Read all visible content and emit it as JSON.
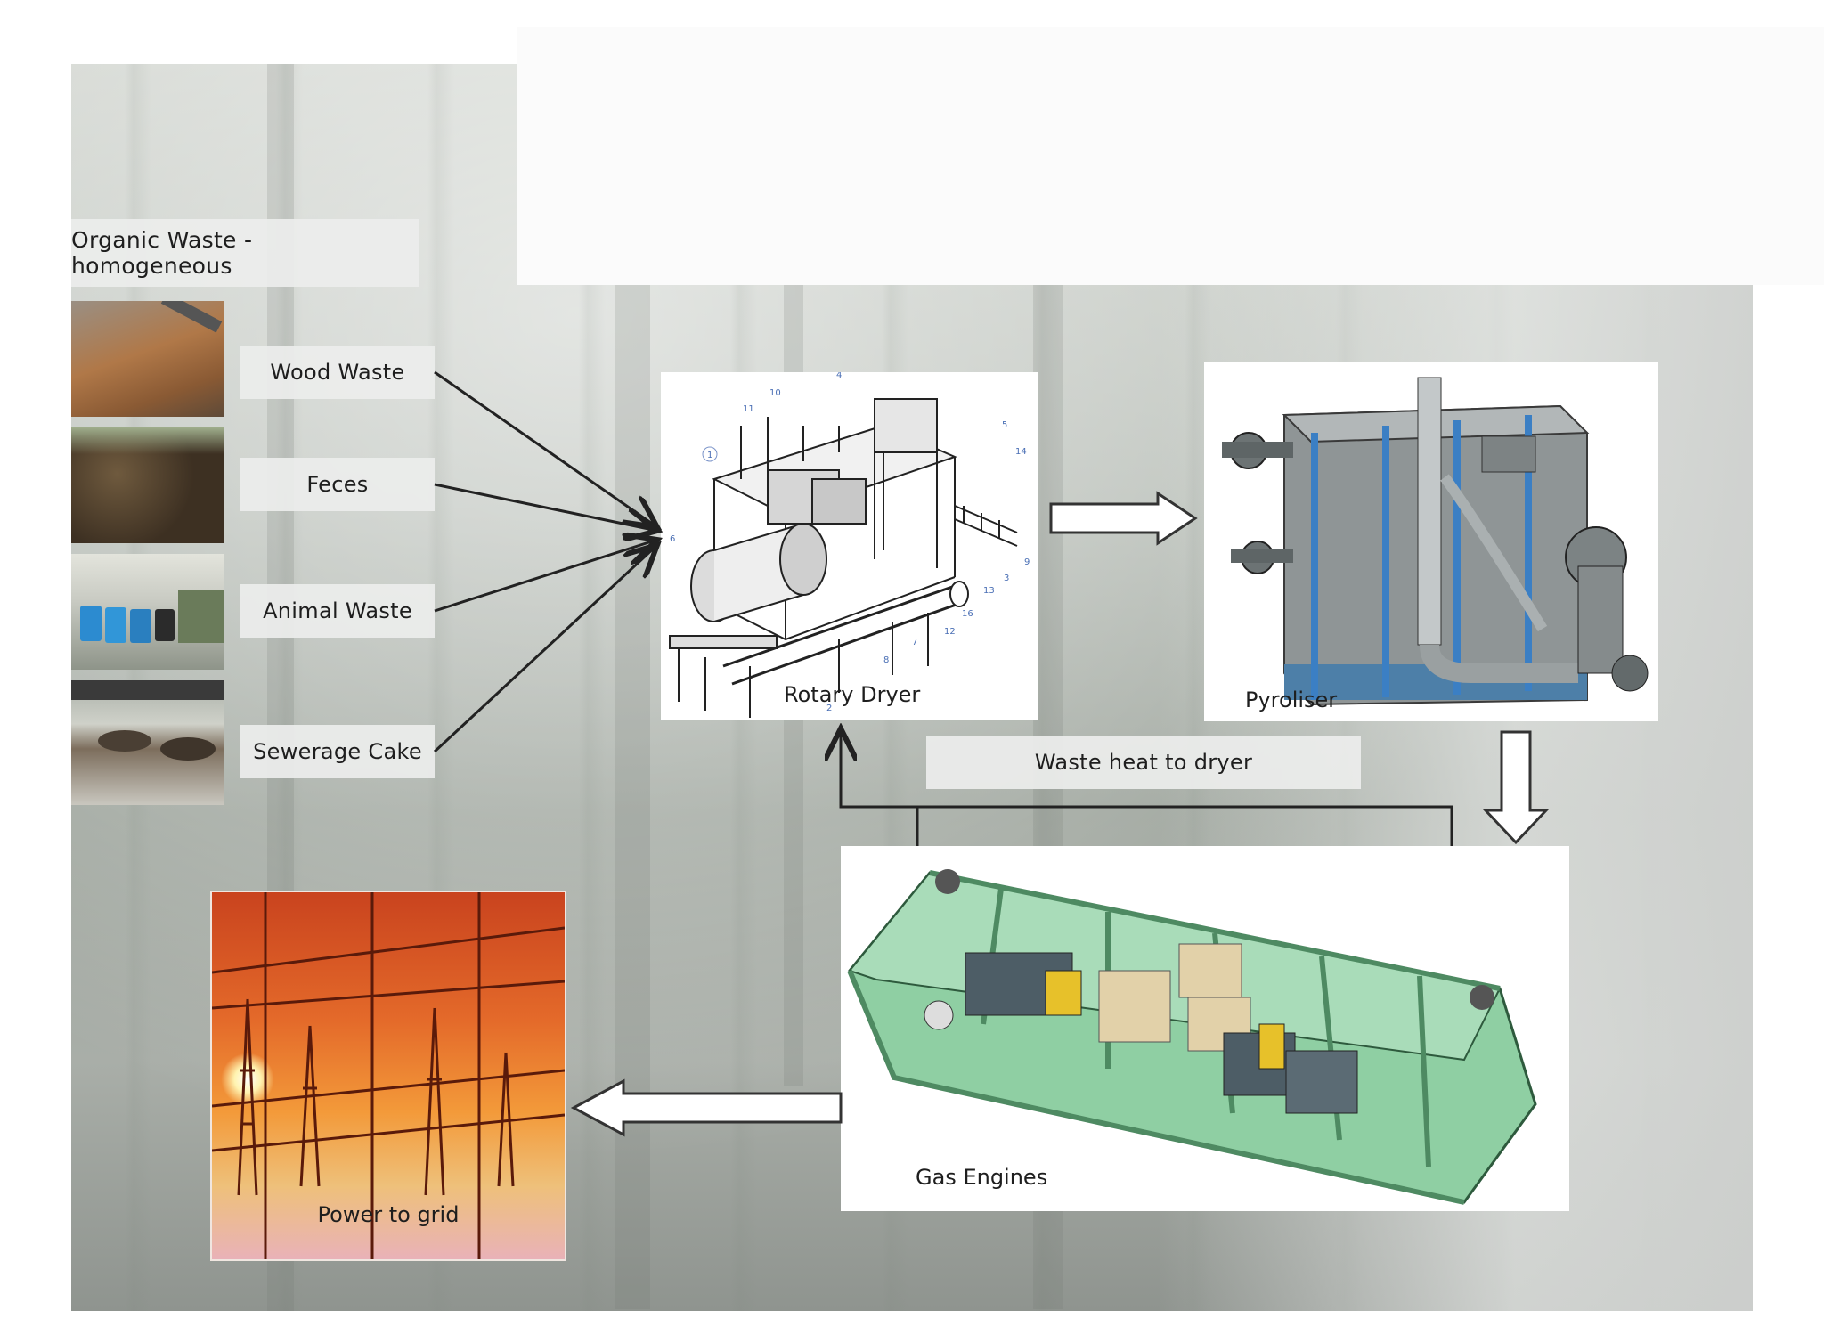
{
  "labels": {
    "title": "Organic Waste - homogeneous",
    "wood_waste": "Wood Waste",
    "feces": "Feces",
    "animal_waste": "Animal Waste",
    "sewerage_cake": "Sewerage Cake",
    "rotary_dryer": "Rotary Dryer",
    "pyroliser": "Pyroliser",
    "waste_heat": "Waste heat to dryer",
    "gas_engines": "Gas Engines",
    "power_to_grid": "Power to grid"
  },
  "dryer_callouts": [
    "1",
    "2",
    "3",
    "4",
    "5",
    "6",
    "7",
    "8",
    "9",
    "10",
    "11",
    "12",
    "13",
    "14",
    "16"
  ],
  "colors": {
    "pyroliser_body": "#8f9596",
    "pyroliser_stripe": "#3b7fc4",
    "engine_frame": "#4e8a62",
    "engine_fill": "#8fcfa3",
    "sunset_top": "#d9532a",
    "sunset_bottom": "#f4b04a",
    "arrow_line": "#333333"
  }
}
